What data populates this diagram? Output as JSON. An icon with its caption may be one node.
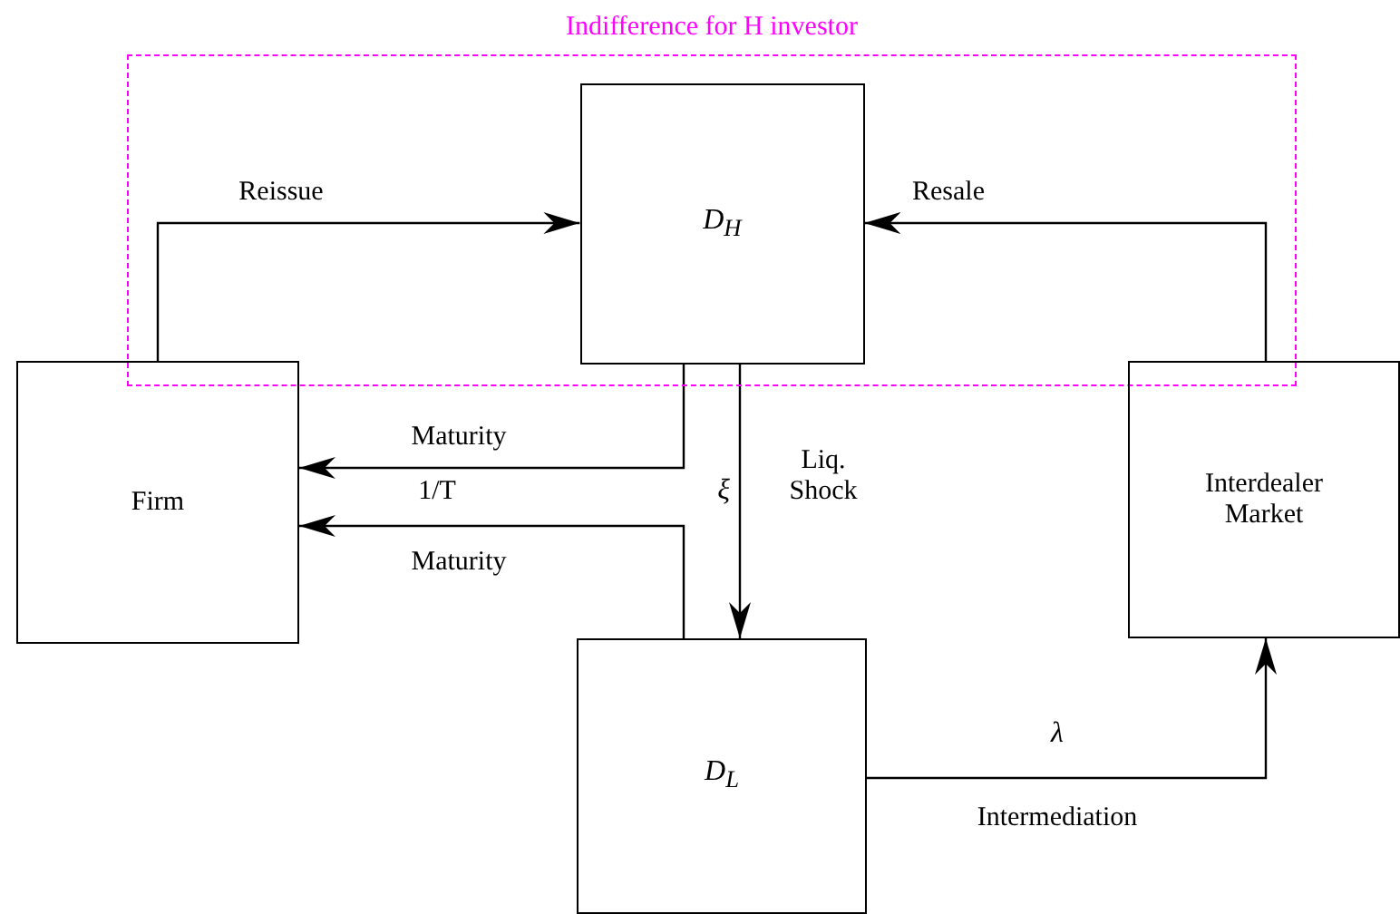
{
  "diagram": {
    "nodes": [
      {
        "text": [
          "Indifference for H investor"
        ]
      },
      {
        "text": [
          "D$_{H}$"
        ],
        "in": 0
      },
      {
        "text": [
          "Firm"
        ]
      },
      {
        "text": [
          "Interdealer Market"
        ]
      },
      {
        "text": [
          "D$_{L}$"
        ]
      }
    ],
    "edges": [
      {
        "from": 2,
        "to": 1,
        "arrow": "to",
        "label": "Reissue"
      },
      {
        "from": 3,
        "to": 1,
        "arrow": "to",
        "label": "Resale"
      },
      {
        "from": 1,
        "to": 2,
        "arrow": "to",
        "label": "Maturity"
      },
      {
        "from": 4,
        "to": 2,
        "arrow": "to",
        "label": "1/T"
      },
      {
        "from": 1,
        "to": 4,
        "arrow": "to",
        "label": "Liq. Shock"
      },
      {
        "from": 4,
        "to": 3,
        "arrow": "to",
        "label": "Intermediation"
      }
    ],
    "labels": [
      "Maturity",
      "ξ",
      "λ"
    ]
  }
}
